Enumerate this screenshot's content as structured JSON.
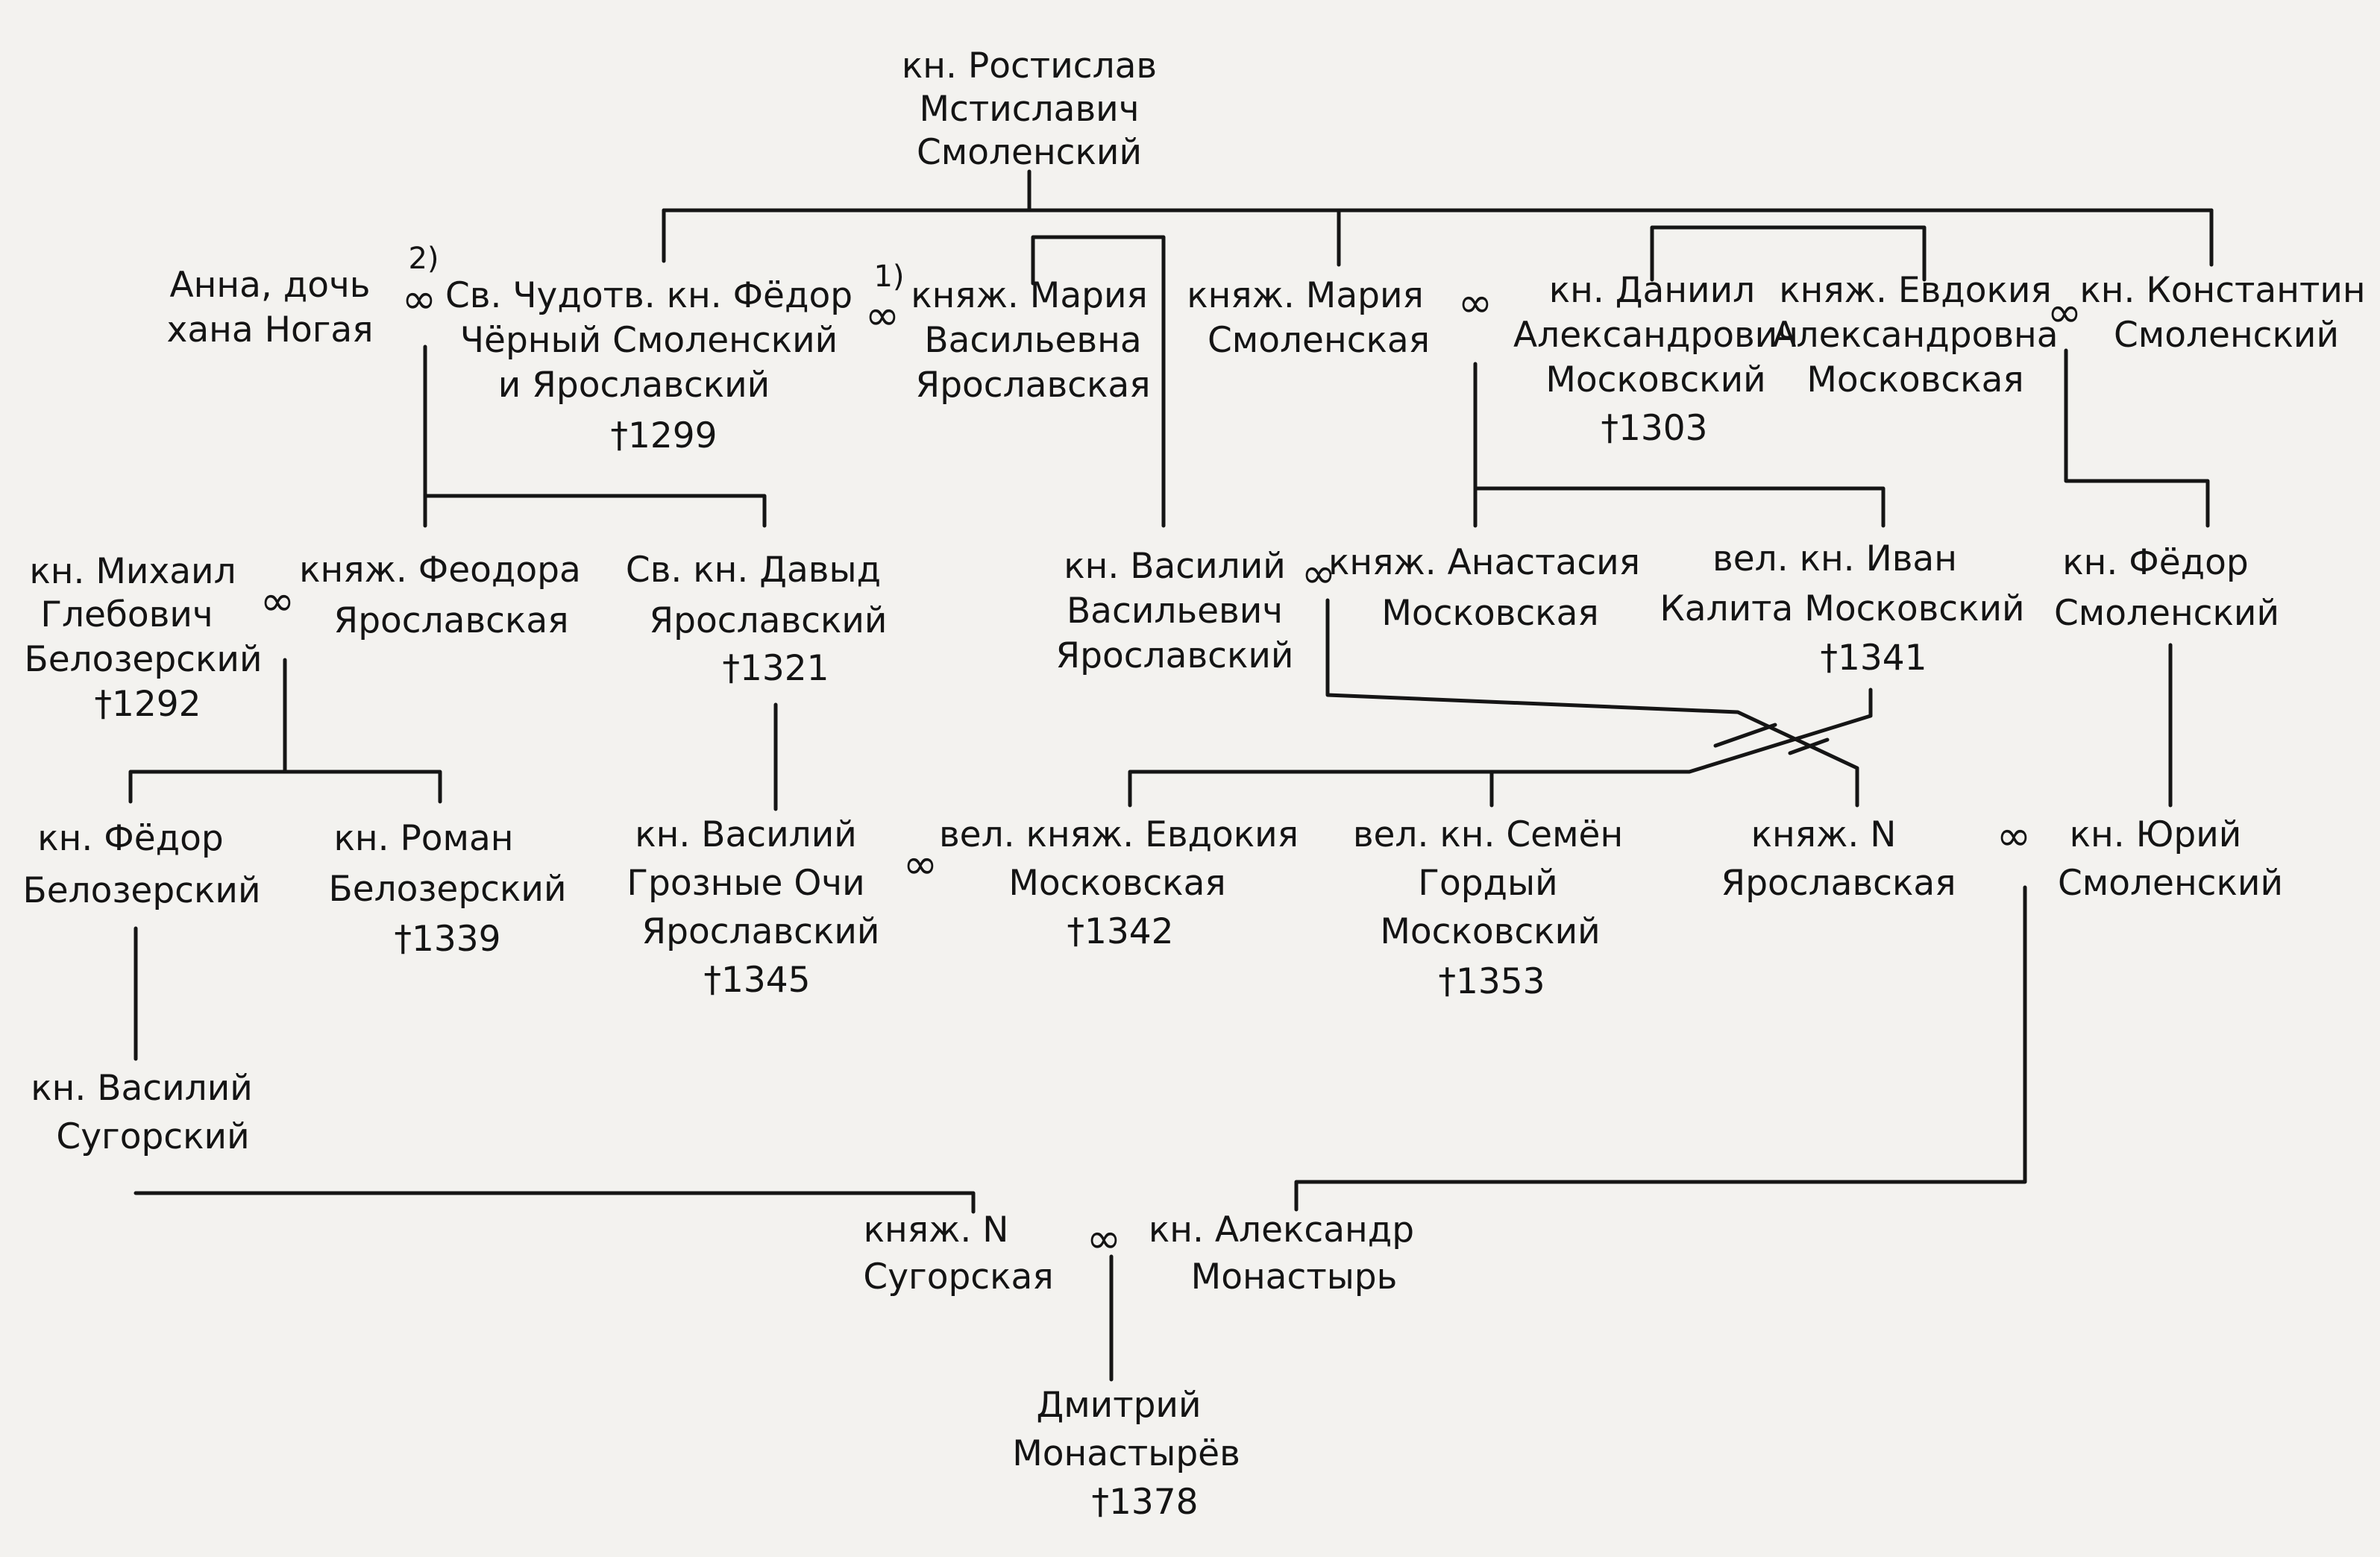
{
  "persons": {
    "rostislav": [
      "кн. Ростислав",
      "Мстиславич",
      "Смоленский"
    ],
    "anna": [
      "Анна, дочь",
      "хана Ногая"
    ],
    "fedor_cherny": [
      "Св. Чудотв. кн. Фёдор",
      "Чёрный Смоленский",
      "и Ярославский",
      "†1299"
    ],
    "maria_vas": [
      "княж. Мария",
      "Васильевна",
      "Ярославская"
    ],
    "maria_smol": [
      "княж. Мария",
      "Смоленская"
    ],
    "daniil": [
      "кн. Даниил",
      "Александрович",
      "Московский",
      "†1303"
    ],
    "evdokia_alex": [
      "княж. Евдокия",
      "Александровна",
      "Московская"
    ],
    "konstantin": [
      "кн. Константин",
      "Смоленский"
    ],
    "mikhail": [
      "кн. Михаил",
      "Глебович",
      "Белозерский",
      "†1292"
    ],
    "feodora": [
      "княж. Феодора",
      "Ярославская"
    ],
    "david": [
      "Св. кн. Давыд",
      "Ярославский",
      "†1321"
    ],
    "vasily_vas": [
      "кн. Василий",
      "Васильевич",
      "Ярославский"
    ],
    "anastasia": [
      "княж. Анастасия",
      "Московская"
    ],
    "ivan": [
      "вел. кн. Иван",
      "Калита Московский",
      "†1341"
    ],
    "fedor_smol": [
      "кн. Фёдор",
      "Смоленский"
    ],
    "fedor_bel": [
      "кн. Фёдор",
      "Белозерский"
    ],
    "roman": [
      "кн. Роман",
      "Белозерский",
      "†1339"
    ],
    "vasily_grozn": [
      "кн. Василий",
      "Грозные Очи",
      "Ярославский",
      "†1345"
    ],
    "evdokia_vel": [
      "вел. княж. Евдокия",
      "Московская",
      "†1342"
    ],
    "semen": [
      "вел. кн. Семён",
      "Гордый",
      "Московский",
      "†1353"
    ],
    "n_yar": [
      "княж. N",
      "Ярославская"
    ],
    "yury": [
      "кн. Юрий",
      "Смоленский"
    ],
    "vasily_sug": [
      "кн. Василий",
      "Сугорский"
    ],
    "n_sug": [
      "княж. N",
      "Сугорская"
    ],
    "alexandr": [
      "кн. Александр",
      "Монастырь"
    ],
    "dmitry": [
      "Дмитрий",
      "Монастырёв",
      "†1378"
    ]
  },
  "symbols": {
    "marriage": "∞",
    "first": "1)",
    "second": "2)"
  }
}
